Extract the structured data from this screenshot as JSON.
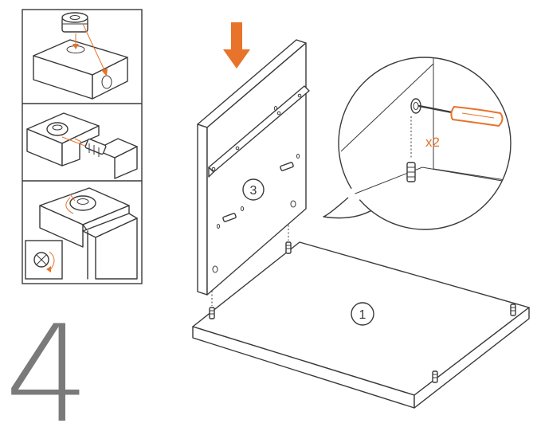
{
  "step": {
    "number": "4",
    "number_color": "#7a7a7a"
  },
  "parts": {
    "panel_label": "3",
    "base_label": "1"
  },
  "callout": {
    "quantity": "x2"
  },
  "colors": {
    "accent": "#e8732a",
    "line": "#3a3a3a",
    "background": "#ffffff"
  },
  "icons": {
    "arrow": "down-arrow-icon",
    "tool": "screwdriver-icon",
    "fitting": "cam-lock-icon"
  }
}
